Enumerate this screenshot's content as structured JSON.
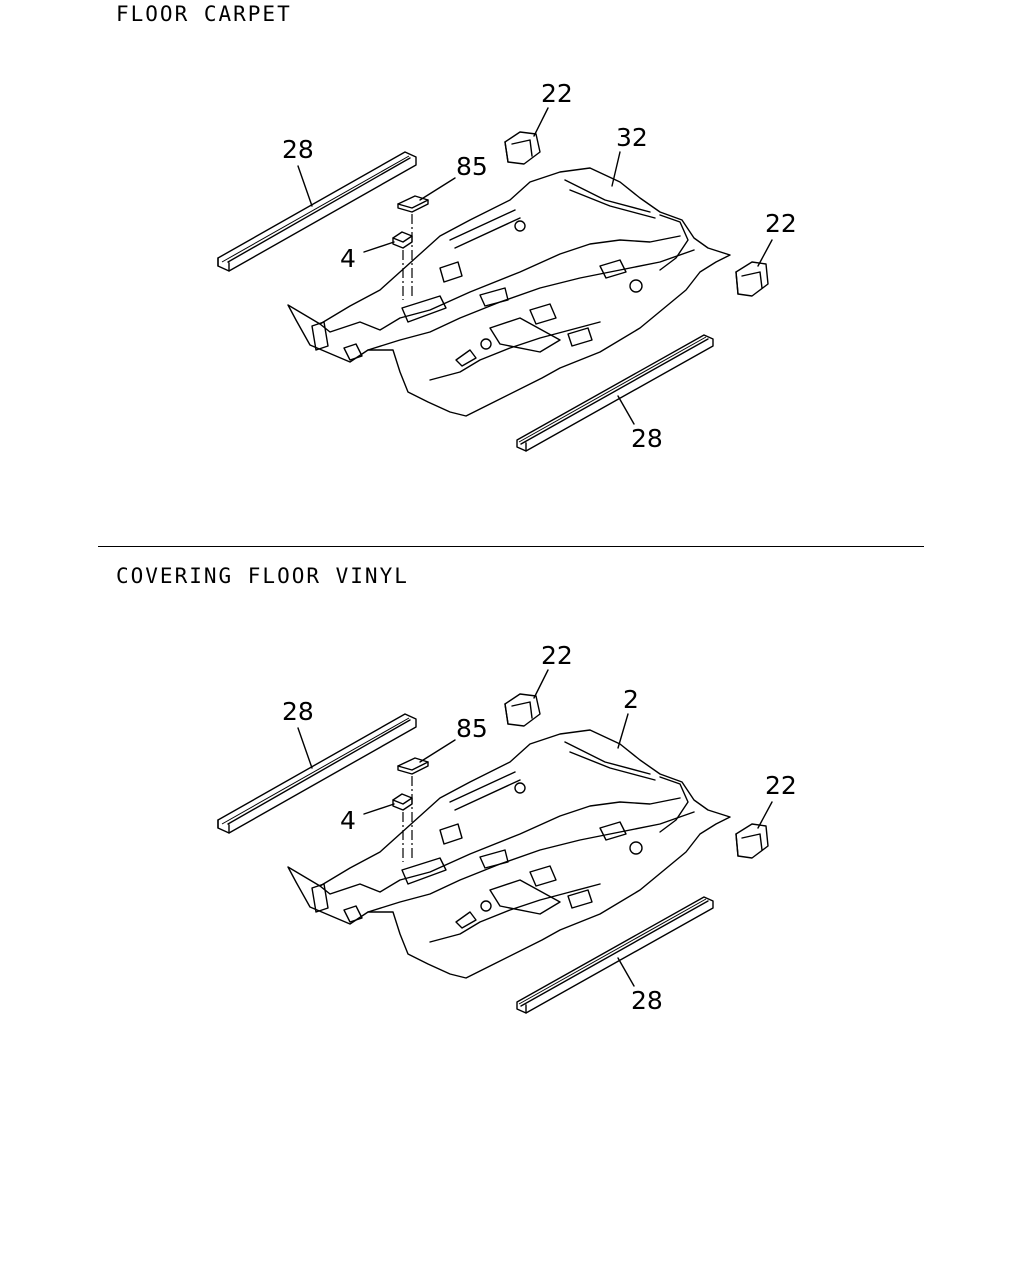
{
  "sections": [
    {
      "title": "FLOOR CARPET",
      "callouts": {
        "sill_top": "28",
        "clip_top": "22",
        "main_panel": "32",
        "pad": "85",
        "clip_right": "22",
        "fastener": "4",
        "sill_bottom": "28"
      }
    },
    {
      "title": "COVERING FLOOR VINYL",
      "callouts": {
        "sill_top": "28",
        "clip_top": "22",
        "main_panel": "2",
        "pad": "85",
        "clip_right": "22",
        "fastener": "4",
        "sill_bottom": "28"
      }
    }
  ]
}
